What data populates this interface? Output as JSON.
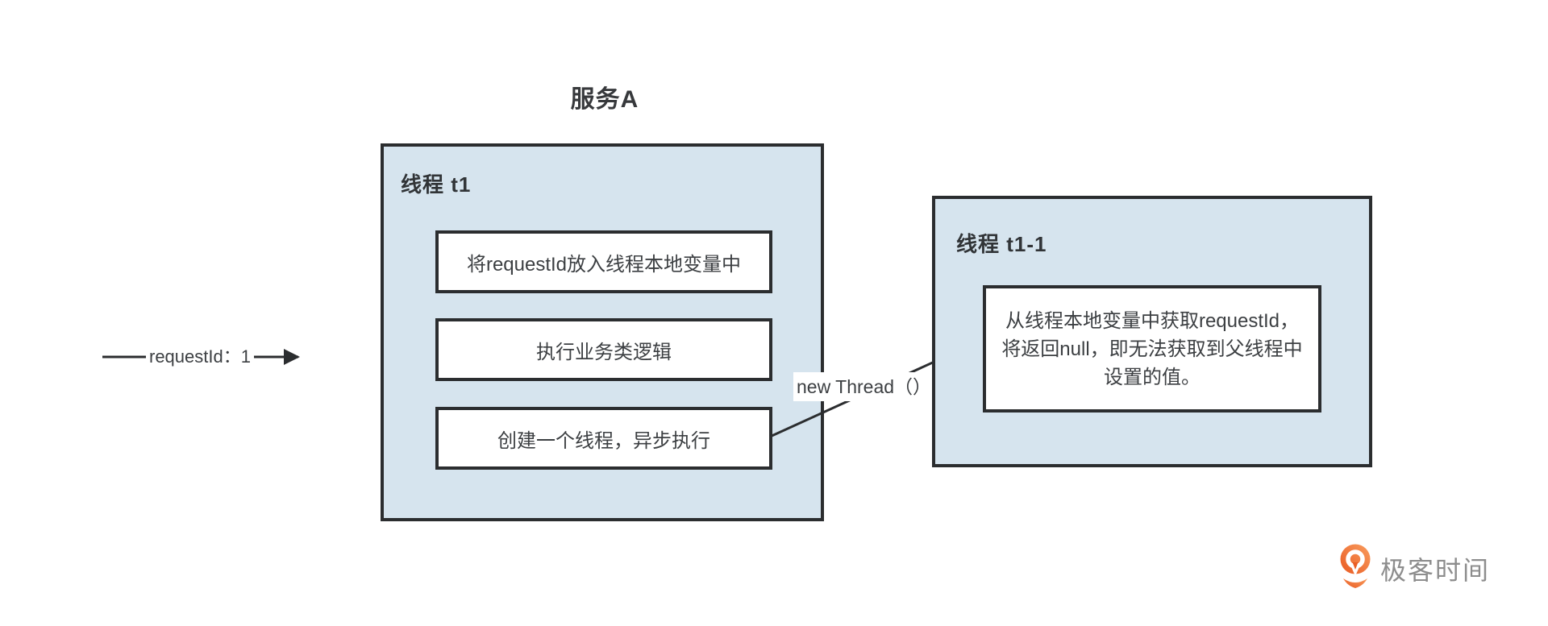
{
  "diagram": {
    "title": "服务A",
    "request_arrow_label": "requestId：1",
    "thread_t1": {
      "label": "线程 t1",
      "steps": [
        "将requestId放入线程本地变量中",
        "执行业务类逻辑",
        "创建一个线程，异步执行"
      ]
    },
    "spawn_arrow_label": "new Thread（）",
    "thread_t1_1": {
      "label": "线程 t1-1",
      "note_lines": [
        "从线程本地变量中获取requestId，",
        "将返回null，即无法获取到父线程中",
        "设置的值。"
      ]
    }
  },
  "branding": {
    "logo_text": "极客时间",
    "logo_icon": "geektime-pin-icon"
  },
  "colors": {
    "thread_fill": "#d6e4ee",
    "stroke": "#2b2d2f",
    "text": "#3c3f42",
    "logo_orange": "#ee6c2d",
    "logo_gray": "#8d8d8d"
  }
}
